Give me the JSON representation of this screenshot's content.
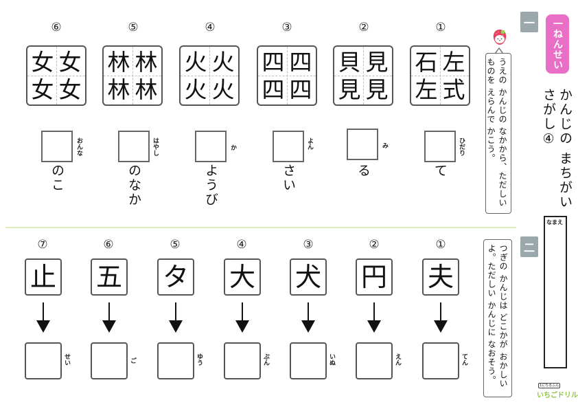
{
  "page": {
    "grade_badge": "一ねんせい",
    "title": "かんじの まちがいさがし④",
    "name_label": "なまえ",
    "logo": {
      "top_text": "1にちるふん",
      "brand": "いちごドリル"
    }
  },
  "section1": {
    "marker": "一",
    "instruction": "うえの かんじの なかから、ただしい ものを えらんで かこう。",
    "items": [
      {
        "num": "⑥",
        "chars": [
          "女",
          "女",
          "女",
          "女"
        ],
        "furigana": "おんな",
        "okurigana": "のこ"
      },
      {
        "num": "⑤",
        "chars": [
          "林",
          "林",
          "林",
          "林"
        ],
        "furigana": "はやし",
        "okurigana": "のなか"
      },
      {
        "num": "④",
        "chars": [
          "火",
          "火",
          "火",
          "火"
        ],
        "furigana": "か",
        "okurigana": "ようび"
      },
      {
        "num": "③",
        "chars": [
          "四",
          "四",
          "四",
          "四"
        ],
        "furigana": "よん",
        "okurigana": "さい"
      },
      {
        "num": "②",
        "chars": [
          "貝",
          "見",
          "見",
          "見"
        ],
        "furigana": "み",
        "okurigana": "る"
      },
      {
        "num": "①",
        "chars": [
          "石",
          "左",
          "左",
          "式"
        ],
        "furigana": "ひだり",
        "okurigana": "て"
      }
    ]
  },
  "section2": {
    "marker": "二",
    "instruction": "つぎの かんじは どこかが おかしいよ。ただしい かんじに なおそう。",
    "items": [
      {
        "num": "⑦",
        "char": "止",
        "reading": "せい"
      },
      {
        "num": "⑥",
        "char": "五",
        "reading": "ご"
      },
      {
        "num": "⑤",
        "char": "タ",
        "reading": "ゆう"
      },
      {
        "num": "④",
        "char": "大",
        "reading": "ぶん"
      },
      {
        "num": "③",
        "char": "犬",
        "reading": "いぬ"
      },
      {
        "num": "②",
        "char": "円",
        "reading": "えん"
      },
      {
        "num": "①",
        "char": "夫",
        "reading": "てん"
      }
    ]
  },
  "colors": {
    "grade_badge": "#e96fc6",
    "section_marker": "#9aa8ac",
    "divider": "#dcedc0",
    "logo_green": "#8cc63f"
  }
}
